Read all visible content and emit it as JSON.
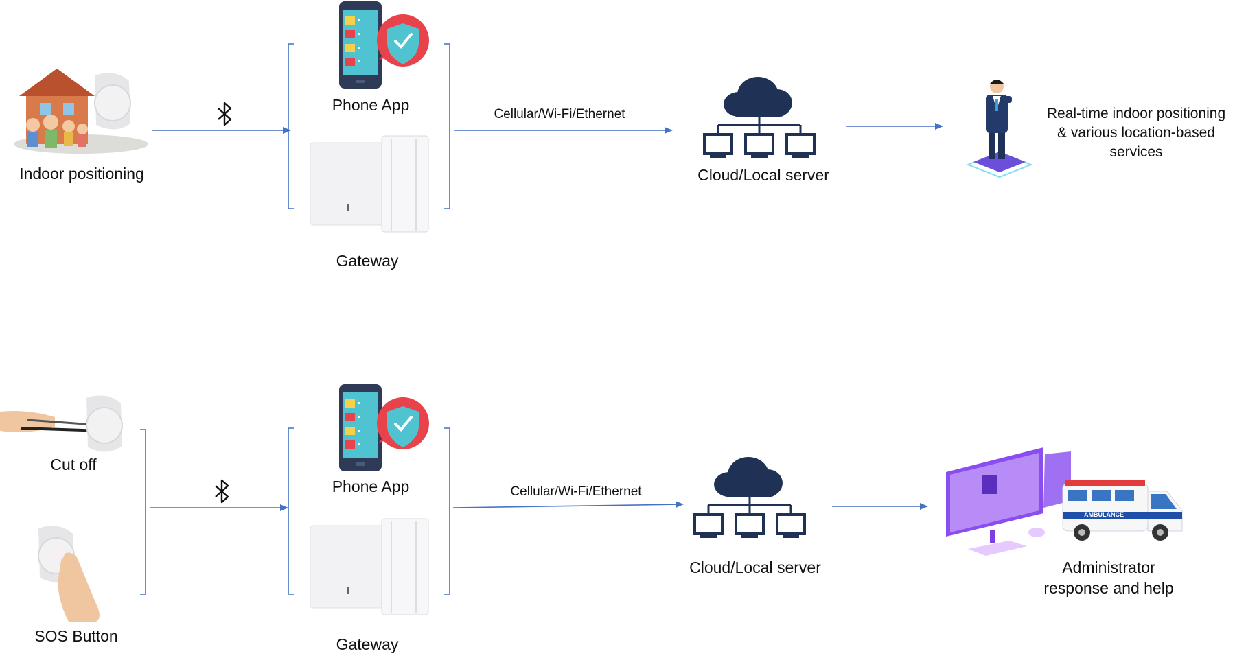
{
  "row1": {
    "source_label": "Indoor positioning",
    "phone_label": "Phone App",
    "gateway_label": "Gateway",
    "link_label": "Cellular/Wi-Fi/Ethernet",
    "server_label": "Cloud/Local server",
    "result_line1": "Real-time indoor positioning",
    "result_line2": "& various location-based",
    "result_line3": "services"
  },
  "row2": {
    "cutoff_label": "Cut off",
    "sos_label": "SOS Button",
    "phone_label": "Phone App",
    "gateway_label": "Gateway",
    "link_label": "Cellular/Wi-Fi/Ethernet",
    "server_label": "Cloud/Local server",
    "result_line1": "Administrator",
    "result_line2": "response and help",
    "ambulance_text": "AMBULANCE"
  },
  "colors": {
    "arrow": "#4472c4",
    "cloud": "#1f3255",
    "phone_red": "#e8434a",
    "phone_teal": "#3ec0c9"
  },
  "icons": [
    "bluetooth-icon",
    "cloud-server-icon",
    "phone-app-icon",
    "gateway-icon",
    "wristband-icon",
    "businessman-icon",
    "admin-computer-icon",
    "ambulance-icon"
  ]
}
